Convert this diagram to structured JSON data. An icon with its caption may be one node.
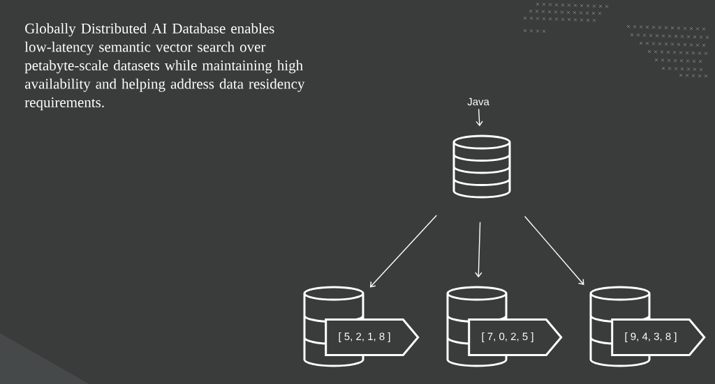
{
  "diagram": {
    "nodes": [
      {
        "text": [
          "Java"
        ]
      },
      {
        "text": [],
        "shape": "cylinder"
      },
      {
        "text": [],
        "shape": "cylinder"
      },
      {
        "text": [
          "[ 5, 2, 1, 8 ]"
        ]
      },
      {
        "text": [],
        "shape": "cylinder"
      },
      {
        "text": [
          "[ 7, 0, 2, 5 ]"
        ]
      },
      {
        "text": [],
        "shape": "cylinder"
      },
      {
        "text": [
          "[ 9, 4, 3, 8 ]"
        ]
      }
    ],
    "edges": [
      {
        "from": 0,
        "to": 1,
        "arrow": "to"
      },
      {
        "from": 1,
        "to": 2,
        "arrow": "to"
      },
      {
        "from": 1,
        "to": 4,
        "arrow": "to"
      },
      {
        "from": 1,
        "to": 6,
        "arrow": "to"
      }
    ],
    "labels": [
      "Globally Distributed AI Database enables low-latency semantic vector search over petabyte-scale datasets while maintaining high availability and helping address data residency requirements."
    ]
  }
}
